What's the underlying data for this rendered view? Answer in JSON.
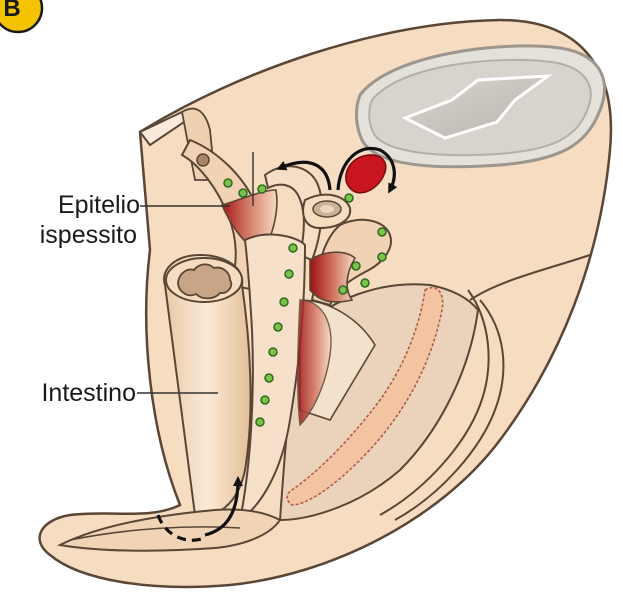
{
  "figure": {
    "panel_letter": "B",
    "labels": {
      "epitelio_line1": "Epitelio",
      "epitelio_line2": "ispessito",
      "intestino": "Intestino"
    }
  }
}
